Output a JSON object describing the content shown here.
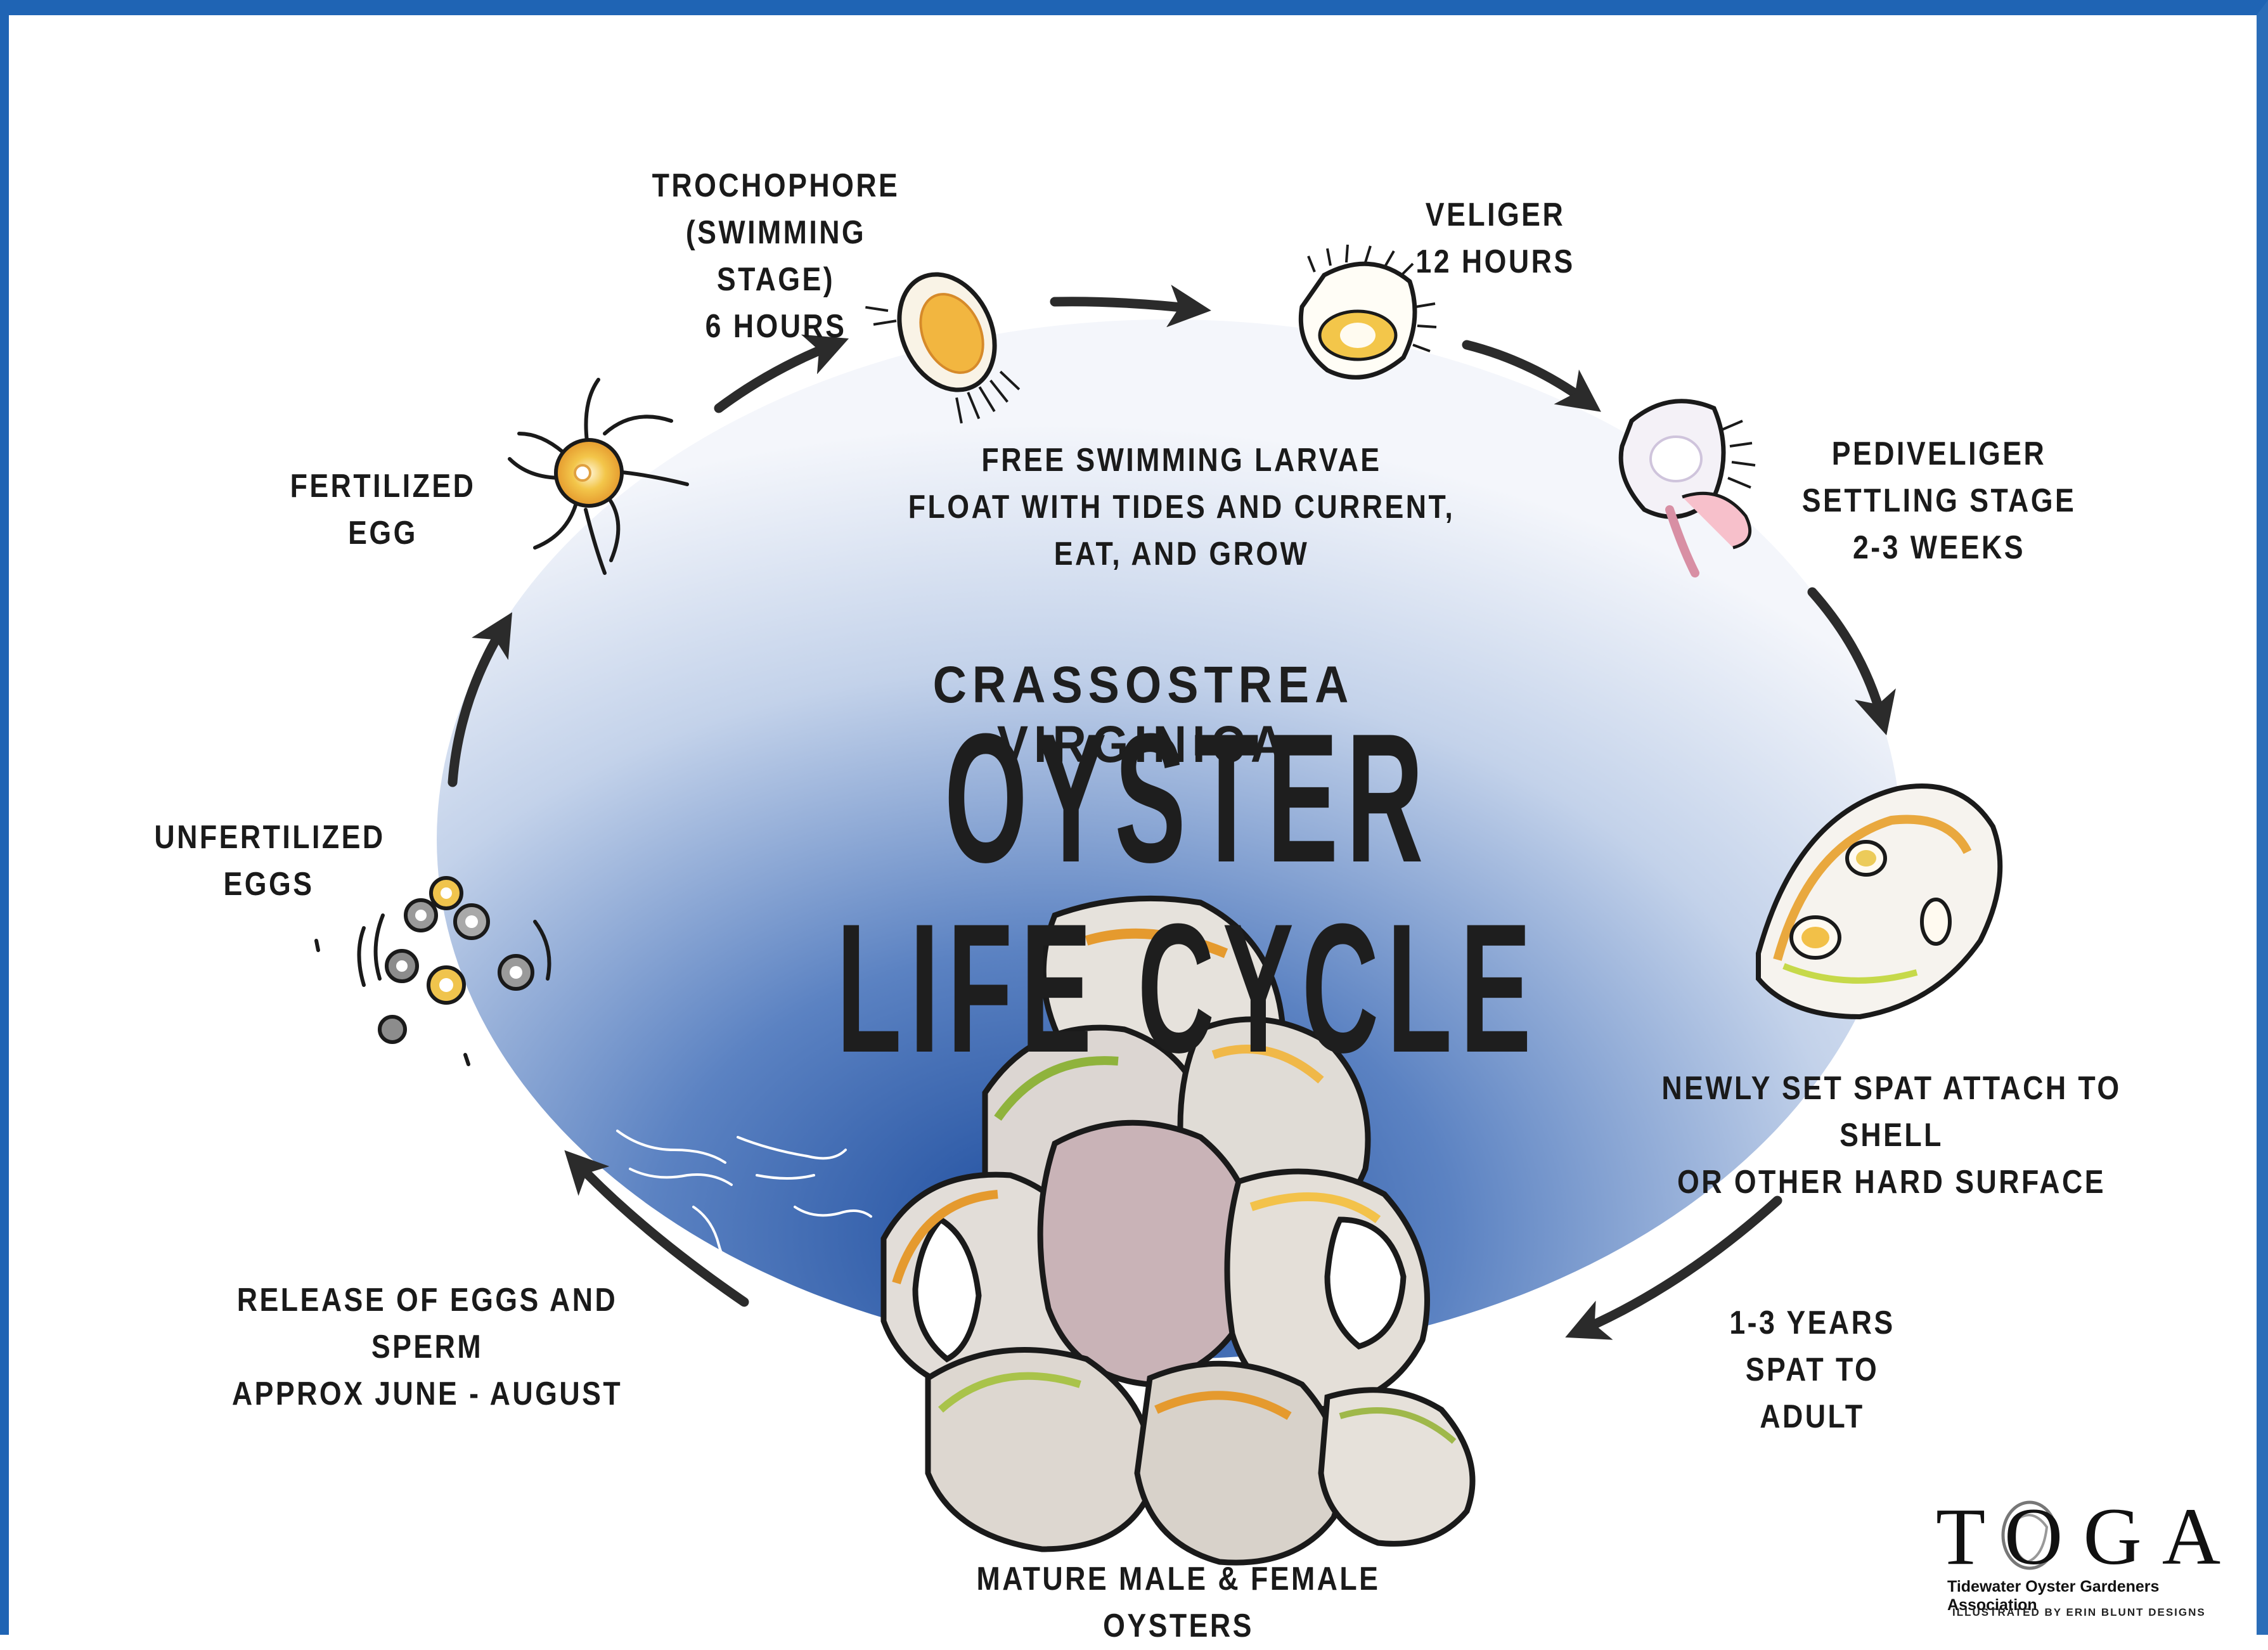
{
  "title": {
    "subtitle": "CRASSOSTREA VIRGINICA",
    "main": "OYSTER LIFE CYCLE"
  },
  "stages": {
    "trochophore": "TROCHOPHORE\n(SWIMMING STAGE)\n6 HOURS",
    "veliger": "VELIGER\n12 HOURS",
    "free_swimming": "FREE SWIMMING LARVAE\nFLOAT WITH TIDES AND CURRENT,\nEAT, AND GROW",
    "pediveliger": "PEDIVELIGER\nSETTLING STAGE\n2-3 WEEKS",
    "fertilized_egg": "FERTILIZED EGG",
    "unfertilized_eggs": "UNFERTILIZED\nEGGS",
    "spat": "NEWLY SET SPAT ATTACH TO SHELL\nOR OTHER HARD SURFACE",
    "growth": "1-3 YEARS\nSPAT TO ADULT",
    "release": "RELEASE OF EGGS AND SPERM\nAPPROX JUNE - AUGUST",
    "mature": "MATURE MALE & FEMALE OYSTERS"
  },
  "logo": {
    "letters": "TOGA",
    "organization": "Tidewater Oyster Gardeners Association",
    "credit": "ILLUSTRATED BY ERIN BLUNT DESIGNS"
  },
  "colors": {
    "frame": "#1f64b4",
    "ellipse_center": "#2a5aa8",
    "ellipse_edge": "#ffffff",
    "text": "#1a1a1a",
    "arrow": "#2b2b2b",
    "accent_yellow": "#f2c34a",
    "accent_orange": "#e89a3a"
  }
}
